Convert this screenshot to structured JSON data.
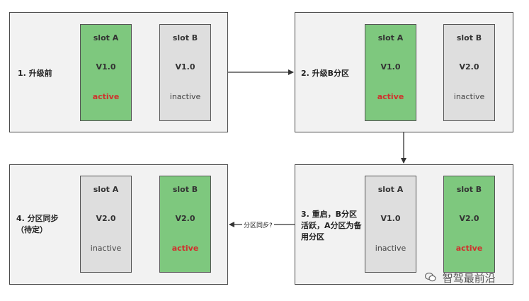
{
  "stages": [
    {
      "label": "1. 升级前",
      "slots": [
        {
          "name": "slot A",
          "version": "V1.0",
          "state": "active",
          "style": "green"
        },
        {
          "name": "slot B",
          "version": "V1.0",
          "state": "inactive",
          "style": "gray"
        }
      ]
    },
    {
      "label": "2. 升级B分区",
      "slots": [
        {
          "name": "slot A",
          "version": "V1.0",
          "state": "active",
          "style": "green"
        },
        {
          "name": "slot B",
          "version": "V2.0",
          "state": "inactive",
          "style": "gray"
        }
      ]
    },
    {
      "label": "3. 重启，B分区活跃，A分区为备用分区",
      "slots": [
        {
          "name": "slot A",
          "version": "V1.0",
          "state": "inactive",
          "style": "gray"
        },
        {
          "name": "slot B",
          "version": "V2.0",
          "state": "active",
          "style": "green"
        }
      ]
    },
    {
      "label": "4. 分区同步（待定）",
      "slots": [
        {
          "name": "slot A",
          "version": "V2.0",
          "state": "inactive",
          "style": "gray"
        },
        {
          "name": "slot B",
          "version": "V2.0",
          "state": "active",
          "style": "green"
        }
      ]
    }
  ],
  "arrows": {
    "sync_label": "分区同步?"
  },
  "watermark": {
    "text": "智驾最前沿",
    "icon": "wechat-icon"
  },
  "colors": {
    "active_slot": "#7ec87e",
    "inactive_slot": "#dedede",
    "active_text": "#d0312d",
    "stage_bg": "#f2f2f2"
  }
}
